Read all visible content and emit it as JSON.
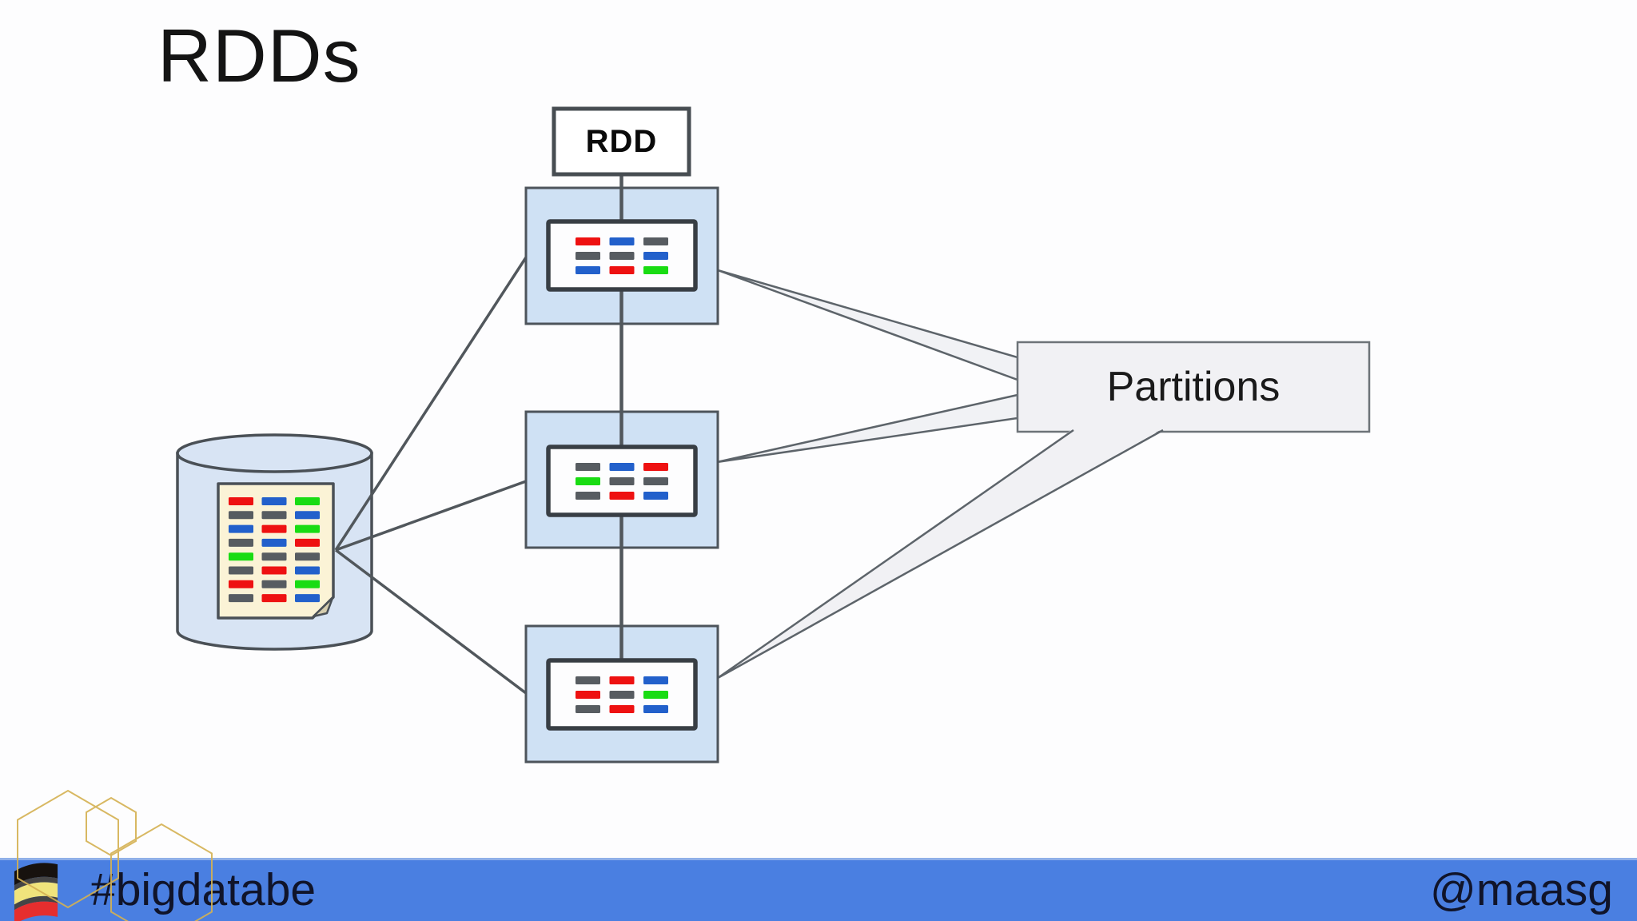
{
  "slide": {
    "title": "RDDs"
  },
  "diagram": {
    "rdd_box_label": "RDD",
    "callout_label": "Partitions",
    "partitions": [
      {
        "rows": [
          [
            "red",
            "blue",
            "gray"
          ],
          [
            "gray",
            "gray",
            "blue"
          ],
          [
            "blue",
            "red",
            "green"
          ]
        ]
      },
      {
        "rows": [
          [
            "gray",
            "blue",
            "red"
          ],
          [
            "green",
            "gray",
            "gray"
          ],
          [
            "gray",
            "red",
            "blue"
          ]
        ]
      },
      {
        "rows": [
          [
            "gray",
            "red",
            "blue"
          ],
          [
            "red",
            "gray",
            "green"
          ],
          [
            "gray",
            "red",
            "blue"
          ]
        ]
      }
    ],
    "source_document": {
      "rows": [
        [
          "red",
          "blue",
          "green"
        ],
        [
          "gray",
          "gray",
          "blue"
        ],
        [
          "blue",
          "red",
          "green"
        ],
        [
          "gray",
          "blue",
          "red"
        ],
        [
          "green",
          "gray",
          "gray"
        ],
        [
          "gray",
          "red",
          "blue"
        ],
        [
          "red",
          "gray",
          "green"
        ],
        [
          "gray",
          "red",
          "blue"
        ]
      ]
    }
  },
  "footer": {
    "hashtag": "#bigdatabe",
    "handle": "@maasg"
  },
  "colors": {
    "red": "#ee1111",
    "blue": "#2260cb",
    "gray": "#575c61",
    "green": "#19dc13",
    "box_fill": "#cfe1f4",
    "box_border": "#4d545b",
    "inner_border": "#383e44",
    "inner_fill": "#fdfdfe",
    "line": "#51575c",
    "beam_fill": "#f1f2f5",
    "beam_stroke": "#5d646a",
    "callout_fill": "#f1f1f4",
    "callout_border": "#6d7378",
    "cylinder_fill": "#d8e4f4",
    "cylinder_border": "#4a5056",
    "doc_fill": "#fbf3d6",
    "doc_border": "#4a5056",
    "doc_fold": "#d6cdae",
    "footer_bg": "#4a7fe1",
    "footer_text": "#10142a",
    "gold": "#d4b152",
    "title_color": "#141414",
    "rdd_text": "#0a0a0a",
    "label_text": "#1a1a1a",
    "logo_black": "#17120e",
    "logo_dark": "#454545",
    "logo_yellow": "#f0e47c",
    "logo_red": "#e62e2e"
  }
}
